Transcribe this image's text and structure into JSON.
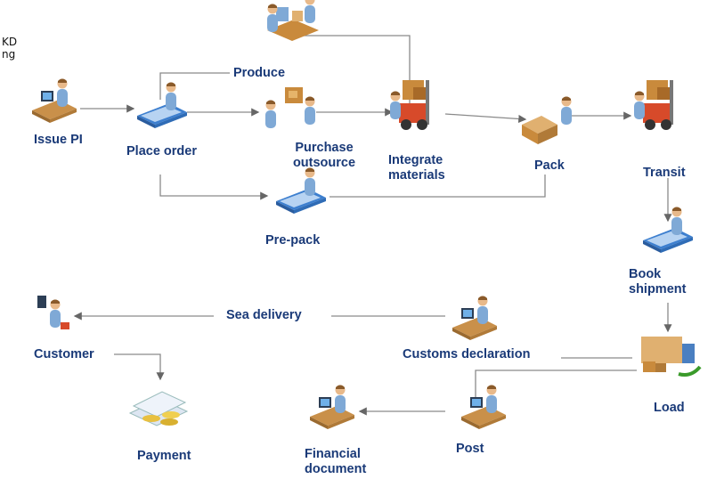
{
  "corner_fragment": [
    "KD",
    "ng"
  ],
  "nodes": {
    "issue_pi": "Issue PI",
    "place_order": "Place order",
    "produce": "Produce",
    "purchase_outsource": [
      "Purchase",
      "outsource"
    ],
    "integrate_materials": [
      "Integrate",
      "materials"
    ],
    "pack": "Pack",
    "transit": "Transit",
    "pre_pack": "Pre-pack",
    "book_shipment": [
      "Book",
      "shipment"
    ],
    "sea_delivery": "Sea delivery",
    "customs_declaration": "Customs declaration",
    "customer": "Customer",
    "payment": "Payment",
    "load": "Load",
    "post": "Post",
    "financial_document": [
      "Financial",
      "document"
    ]
  },
  "colors": {
    "label_text": "#1a3a78",
    "connector": "#8a8a8a",
    "person_body": "#7fa9d6",
    "skin": "#e8b98a",
    "desk": "#3d7fcf",
    "box": "#c98a3c",
    "forklift": "#d74a2a",
    "green_arrow": "#3a9a2a"
  },
  "icons": {
    "issue_pi": "person-at-computer-icon",
    "place_order": "person-at-desk-icon",
    "produce": "factory-workers-icon",
    "purchase_outsource": "people-exchanging-box-icon",
    "integrate_materials": "forklift-with-boxes-icon",
    "pack": "person-packing-box-icon",
    "transit": "forklift-with-boxes-icon",
    "pre_pack": "person-at-desk-icon",
    "book_shipment": "person-at-desk-icon",
    "customs_declaration": "person-at-computer-icon",
    "customer": "person-with-phone-icon",
    "payment": "coins-and-documents-icon",
    "load": "truck-with-boxes-icon",
    "post": "person-at-computer-icon",
    "financial_document": "person-at-computer-icon"
  }
}
